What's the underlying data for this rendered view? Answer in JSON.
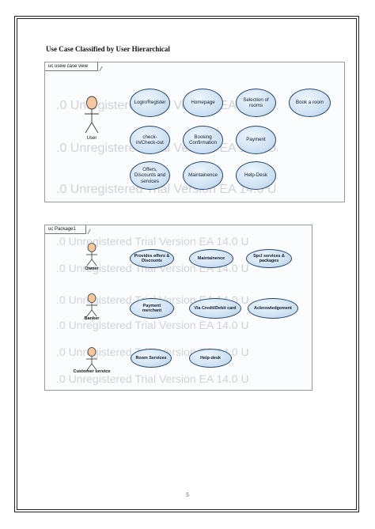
{
  "heading": "Use Case Classified by User Hierarchical",
  "watermark_lines": [
    ".0 Unregistered Trial Version    EA 14.0 U",
    ".0 Unregistered Trial Version    EA 14.0 U",
    ".0 Unregistered Trial Version    EA 14.0 U"
  ],
  "diagram1": {
    "frame_label": "uc usew case view",
    "actor": "User",
    "use_cases": [
      "Login/Register",
      "Homepage",
      "Selection of rooms",
      "Book a room",
      "check-in/Check-out",
      "Booking Confirmation",
      "Payment",
      "Offers, Discounts and services",
      "Maintainence",
      "Help-Desk"
    ]
  },
  "diagram2": {
    "frame_label": "uc Package1",
    "watermark_lines": [
      ".0 Unregistered Trial Version    EA 14.0 U",
      ".0 Unregistered Trial Version    EA 14.0 U",
      ".0 Unregistered Trial Version    EA 14.0 U",
      ".0 Unregistered Trial Version    EA 14.0 U",
      ".0 Unregistered Trial Version    EA 14.0 U",
      ".0 Unregistered Trial Version    EA 14.0 U"
    ],
    "actors": [
      "Owner",
      "Banker",
      "Customer service"
    ],
    "use_cases": [
      "Provides offers & Discounts",
      "Maintainence",
      "Spcl services & packages",
      "Payment merchant",
      "Via Credit/Debit card",
      "Acknowledgement",
      "Room Services",
      "Help-desk"
    ]
  },
  "page_number": "5",
  "colors": {
    "usecase_fill": "#cfe2f3",
    "usecase_border": "#27456e",
    "actor_fill": "#f6c79e",
    "watermark": "#cfd3d9"
  }
}
